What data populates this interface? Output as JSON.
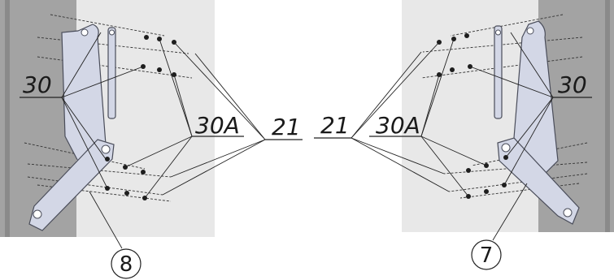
{
  "left_assembly": {
    "labels": {
      "part_30": "30",
      "part_30a": "30A",
      "part_21": "21",
      "part_8": "8"
    }
  },
  "right_assembly": {
    "labels": {
      "part_30": "30",
      "part_30a": "30A",
      "part_21": "21",
      "part_7": "7"
    }
  },
  "colors": {
    "dark_panel": "#9c9c9c",
    "light_panel": "#e8e8e8",
    "bracket": "#d3d7e6",
    "leader": "#222222"
  }
}
